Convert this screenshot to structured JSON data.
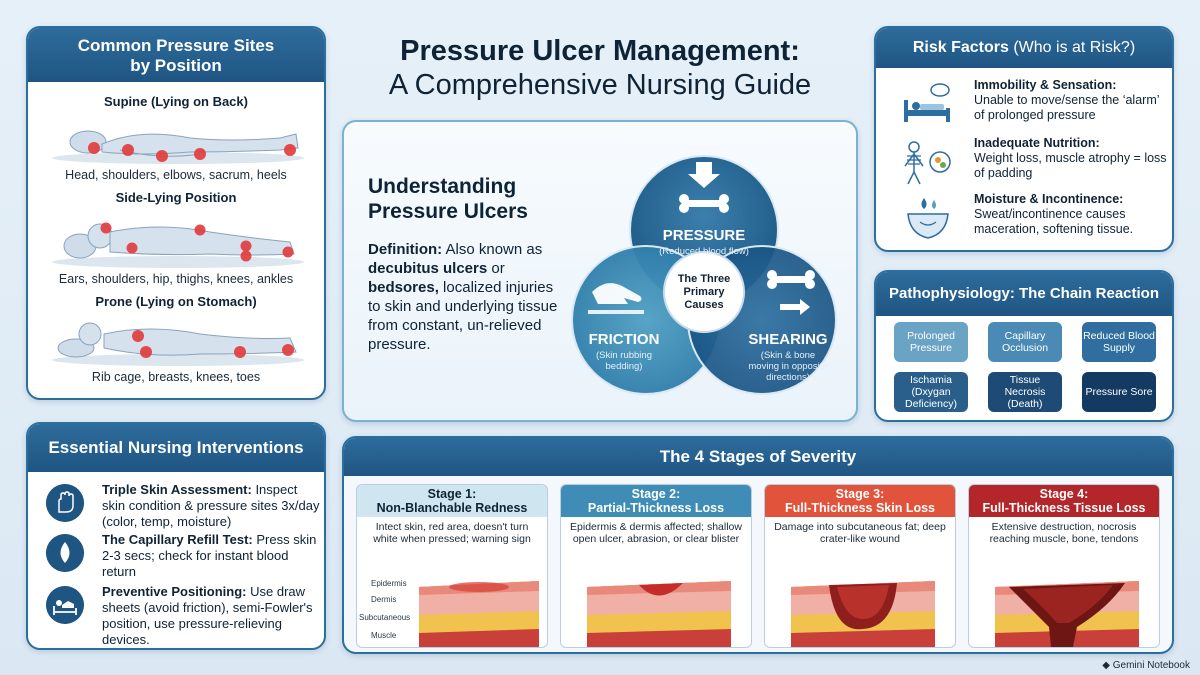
{
  "title": {
    "line1": "Pressure Ulcer Management:",
    "line2": "A Comprehensive Nursing Guide"
  },
  "sites": {
    "heading_line1": "Common Pressure Sites",
    "heading_line2": "by Position",
    "positions": [
      {
        "title": "Supine (Lying on Back)",
        "caption": "Head, shoulders, elbows, sacrum, heels"
      },
      {
        "title": "Side-Lying Position",
        "caption": "Ears, shoulders, hip, thighs, knees, ankles"
      },
      {
        "title": "Prone (Lying on Stomach)",
        "caption": "Rib cage, breasts, knees, toes"
      }
    ]
  },
  "understanding": {
    "heading": "Understanding Pressure Ulcers",
    "def_label": "Definition:",
    "def_text1": "Also known as",
    "def_bold1": "decubitus ulcers",
    "def_or": "or",
    "def_bold2": "bedsores,",
    "def_text2": "localized injuries to skin and underlying tissue from constant, un-relieved pressure.",
    "venn": {
      "center_line1": "The Three",
      "center_line2": "Primary",
      "center_line3": "Causes",
      "pressure_title": "PRESSURE",
      "pressure_sub": "(Reduced blood flow)",
      "friction_title": "FRICTION",
      "friction_sub1": "(Skin rubbing",
      "friction_sub2": "bedding)",
      "shearing_title": "SHEARING",
      "shearing_sub1": "(Skin & bone",
      "shearing_sub2": "moving in opposite",
      "shearing_sub3": "directions)"
    }
  },
  "risk": {
    "heading_bold": "Risk Factors",
    "heading_rest": "(Who is at Risk?)",
    "items": [
      {
        "title": "Immobility & Sensation:",
        "text": "Unable to move/sense the ‘alarm’ of prolonged pressure"
      },
      {
        "title": "Inadequate Nutrition:",
        "text": "Weight loss, muscle atrophy = loss of padding"
      },
      {
        "title": "Moisture & Incontinence:",
        "text": "Sweat/incontinence causes maceration, softening tissue."
      }
    ]
  },
  "patho": {
    "heading": "Pathophysiology: The Chain Reaction",
    "steps": [
      "Prolonged Pressure",
      "Capillary Occlusion",
      "Reduced Blood Supply",
      "Ischamia (Dxygan Deficiency)",
      "Tissue Necrosis (Death)",
      "Pressure Sore"
    ]
  },
  "interventions": {
    "heading": "Essential Nursing Interventions",
    "items": [
      {
        "title": "Triple Skin Assessment:",
        "text": "Inspect skin condition & pressure sites 3x/day (color, temp, moisture)"
      },
      {
        "title": "The Capillary Refill Test:",
        "text": "Press skin 2-3 secs; check for instant blood return"
      },
      {
        "title": "Preventive Positioning:",
        "text": "Use draw sheets (avoid friction), semi-Fowler's position, use pressure-relieving devices."
      }
    ]
  },
  "stages": {
    "heading": "The 4 Stages of Severity",
    "layer_labels": [
      "Epidermis",
      "Dermis",
      "Subcutaneous",
      "Muscle"
    ],
    "items": [
      {
        "title1": "Stage 1:",
        "title2": "Non-Blanchable Redness",
        "desc": "Intect skin, red area, doesn't turn white when pressed; warning sign"
      },
      {
        "title1": "Stage 2:",
        "title2": "Partial-Thickness Loss",
        "desc": "Epidermis & dermis affected; shallow open ulcer, abrasion, or clear blister"
      },
      {
        "title1": "Stage 3:",
        "title2": "Full-Thickness Skin Loss",
        "desc": "Damage into subcutaneous fat; deep crater-like wound"
      },
      {
        "title1": "Stage 4:",
        "title2": "Full-Thickness Tissue Loss",
        "desc": "Extensive destruction, nocrosis reaching muscle, bone, tendons"
      }
    ]
  },
  "brand": "Gemini Notebook",
  "colors": {
    "navy": "#1f5583",
    "stage1": "#cfe6f1",
    "stage2": "#3f8cb6",
    "stage3": "#e1533a",
    "stage4": "#b3262a"
  }
}
